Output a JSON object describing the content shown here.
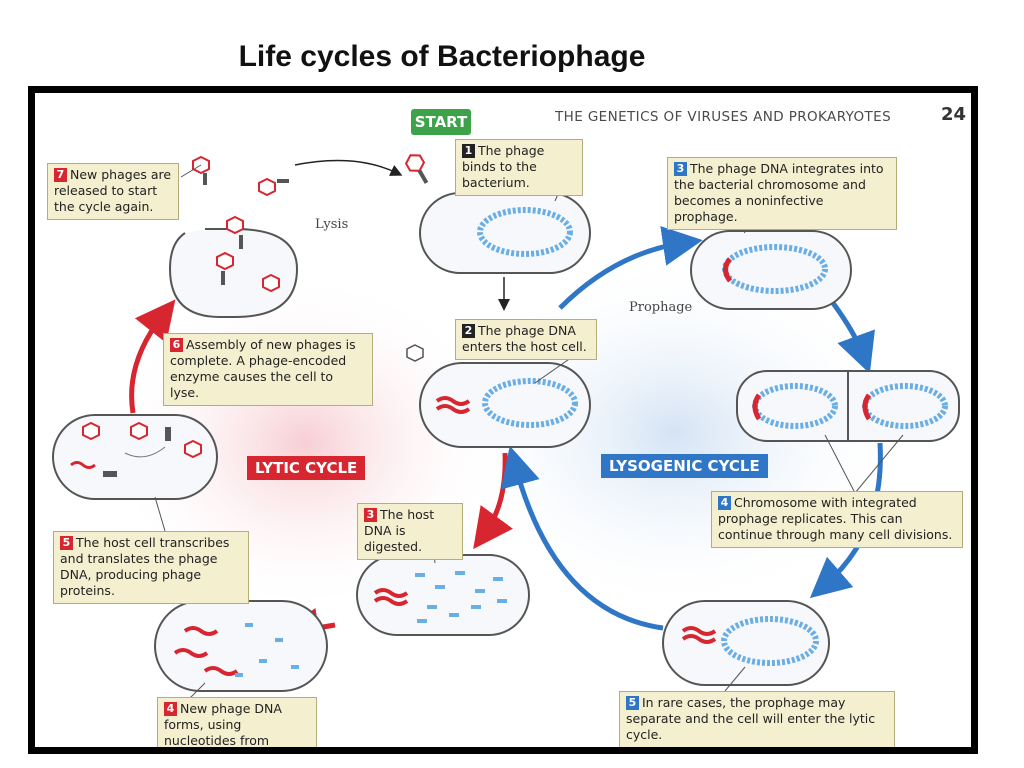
{
  "title": "Life cycles of Bacteriophage",
  "book_header": "THE GENETICS OF VIRUSES AND PROKARYOTES",
  "page_number": "24",
  "start_label": "START",
  "lytic_cycle_label": "LYTIC CYCLE",
  "lysogenic_cycle_label": "LYSOGENIC CYCLE",
  "lysis_label": "Lysis",
  "prophage_label": "Prophage",
  "steps": {
    "lytic_1": {
      "num": "1",
      "text": "The phage binds to the bacterium."
    },
    "lytic_2": {
      "num": "2",
      "text": "The phage DNA enters the host cell."
    },
    "lytic_3": {
      "num": "3",
      "text": "The host DNA is digested."
    },
    "lytic_4": {
      "num": "4",
      "text": "New phage DNA forms, using nucleotides from former host DNA."
    },
    "lytic_5": {
      "num": "5",
      "text": "The host cell transcribes and translates the phage DNA, producing phage proteins."
    },
    "lytic_6": {
      "num": "6",
      "text": "Assembly of new phages is complete. A phage-encoded enzyme causes the cell to lyse."
    },
    "lytic_7": {
      "num": "7",
      "text": "New phages are released to start the cycle again."
    },
    "lyso_3": {
      "num": "3",
      "text": "The phage DNA integrates into the bacterial chromosome and becomes a noninfective prophage."
    },
    "lyso_4": {
      "num": "4",
      "text": "Chromosome with integrated prophage replicates. This can continue through many cell divisions."
    },
    "lyso_5": {
      "num": "5",
      "text": "In rare cases, the prophage may separate and the cell will enter the lytic cycle."
    }
  },
  "colors": {
    "lytic": "#d7262f",
    "lysogenic": "#2f77c6",
    "start": "#3ea24a",
    "callout_bg": "#f4efcf",
    "cell_fill": "#f7f8fb",
    "dna_blue": "#6aaee6"
  }
}
